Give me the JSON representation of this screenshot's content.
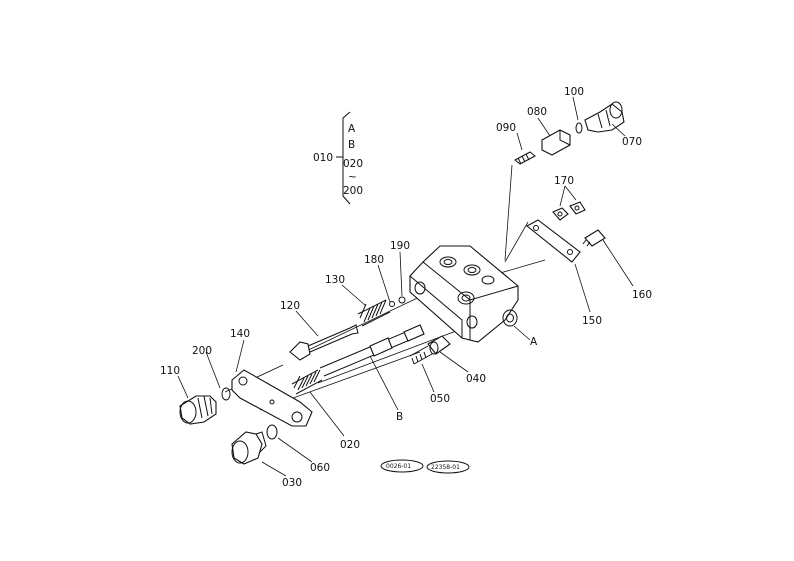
{
  "parts": {
    "p010": "010",
    "p020": "020",
    "p030": "030",
    "p040": "040",
    "p050": "050",
    "p060": "060",
    "p070": "070",
    "p080": "080",
    "p090": "090",
    "p100": "100",
    "p110": "110",
    "p120": "120",
    "p130": "130",
    "p140": "140",
    "p150": "150",
    "p160": "160",
    "p170": "170",
    "p180": "180",
    "p190": "190",
    "p200a": "200",
    "p200b": "200",
    "p020b": "020",
    "A": "A",
    "B": "B"
  },
  "legend": {
    "a": "A",
    "b": "B",
    "from": "020",
    "tilde": "~",
    "to": "200"
  },
  "stamps": {
    "left": "0026-01",
    "right": "22358-01"
  }
}
